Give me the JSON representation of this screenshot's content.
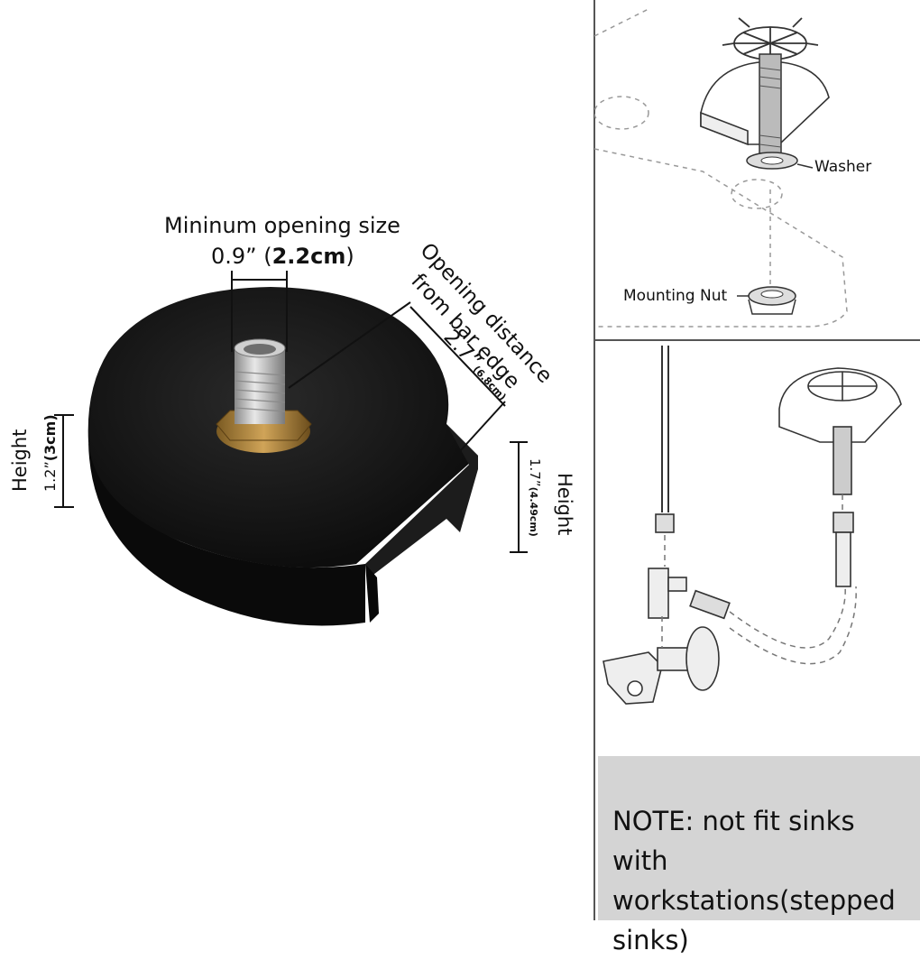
{
  "dimensions": {
    "min_opening_title": "Mininum opening size",
    "min_opening_value_prefix": "0.9” (",
    "min_opening_value_bold": "2.2cm",
    "min_opening_value_suffix": ")",
    "opening_distance_line1": "Opening distance",
    "opening_distance_line2": "from bar edge",
    "opening_distance_value": "2.7”",
    "opening_distance_metric": "(6.8cm)",
    "height_left_label": "Height",
    "height_left_value": "1.2”",
    "height_left_metric": "(3cm)",
    "height_right_label": "Height",
    "height_right_value": "1.7”",
    "height_right_metric": "(4.49cm)"
  },
  "install_diagram": {
    "washer_label": "Washer",
    "mounting_nut_label": "Mounting Nut"
  },
  "note": {
    "text": "NOTE: not fit sinks with workstations(stepped sinks)"
  },
  "colors": {
    "product_body": "#111111",
    "fitting_brass": "#b58a3c",
    "fitting_steel": "#c8c8c8",
    "note_background": "#d4d4d4",
    "divider": "#555555"
  }
}
